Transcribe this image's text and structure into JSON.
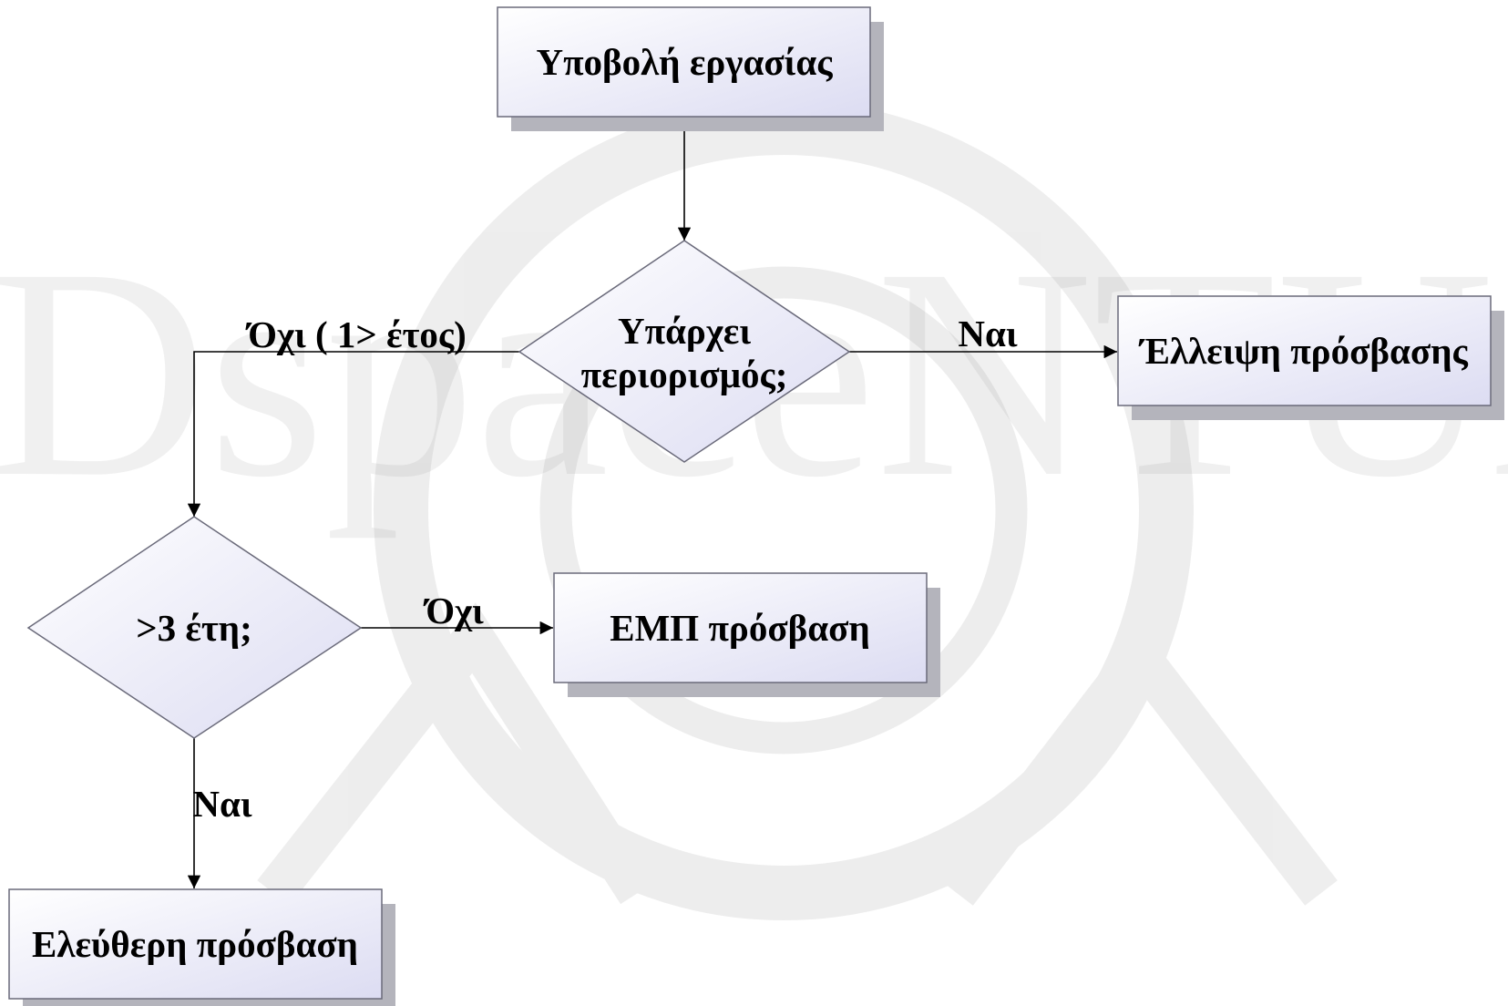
{
  "watermark": {
    "text": "DspaceNTUA"
  },
  "colors": {
    "box_fill_start": "#ffffff",
    "box_fill_end": "#dcdcf2",
    "box_stroke": "#6a6a7a",
    "shadow": "#b4b4bc",
    "line": "#000000"
  },
  "nodes": {
    "submit": {
      "label": "Υποβολή εργασίας"
    },
    "restriction": {
      "line1": "Υπάρχει",
      "line2": "περιορισμός;"
    },
    "no_access": {
      "label": "Έλλειψη πρόσβασης"
    },
    "years": {
      "label": ">3 έτη;"
    },
    "ntua_access": {
      "label": "ΕΜΠ πρόσβαση"
    },
    "free_access": {
      "label": "Ελεύθερη πρόσβαση"
    }
  },
  "edges": {
    "restriction_no": {
      "label": "Όχι ( 1> έτος)"
    },
    "restriction_yes": {
      "label": "Ναι"
    },
    "years_no": {
      "label": "Όχι"
    },
    "years_yes": {
      "label": "Ναι"
    }
  }
}
